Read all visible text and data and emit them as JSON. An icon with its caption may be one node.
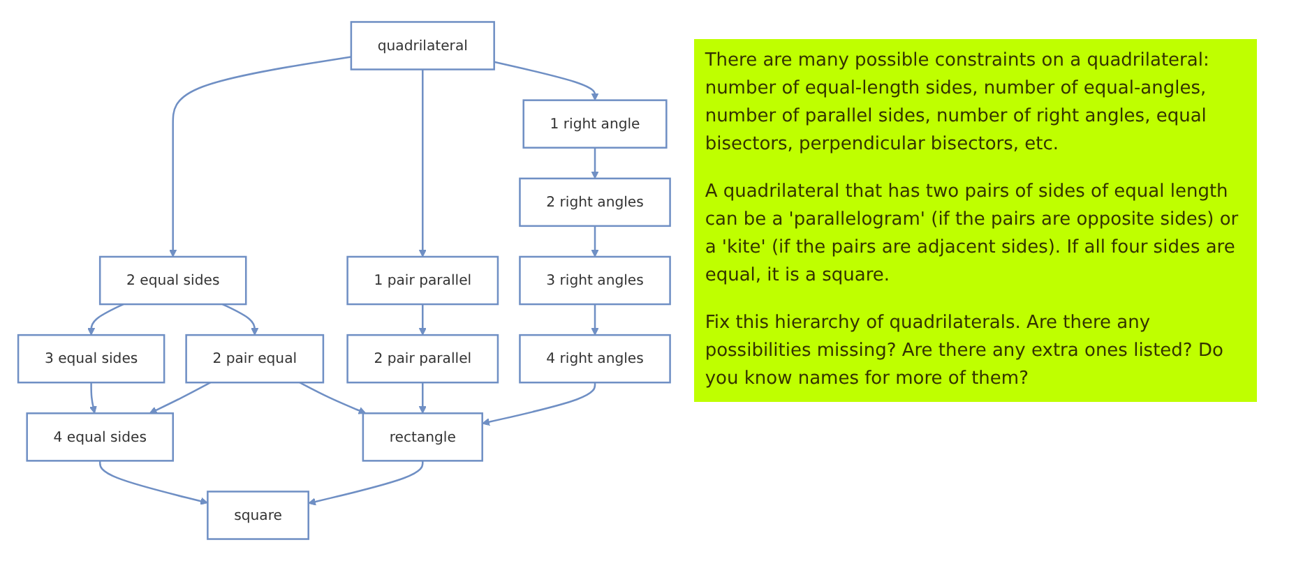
{
  "diagram": {
    "nodes": [
      {
        "text": [
          "quadrilateral"
        ]
      },
      {
        "text": [
          "2 equal sides"
        ]
      },
      {
        "text": [
          "1 pair parallel"
        ]
      },
      {
        "text": [
          "1 right angle"
        ]
      },
      {
        "text": [
          "3 equal sides"
        ]
      },
      {
        "text": [
          "2 pair equal"
        ]
      },
      {
        "text": [
          "2 pair parallel"
        ]
      },
      {
        "text": [
          "2 right angles"
        ]
      },
      {
        "text": [
          "3 right angles"
        ]
      },
      {
        "text": [
          "4 equal sides"
        ]
      },
      {
        "text": [
          "4 right angles"
        ]
      },
      {
        "text": [
          "rectangle"
        ]
      },
      {
        "text": [
          "square"
        ]
      }
    ],
    "labels": [
      "There are many possible constraints on a quadrilateral: number of equal-length sides, number of equal-angles, number of parallel sides, number of right angles, equal bisectors, perpendicular bisectors, etc.",
      "A quadrilateral that has two pairs of sides of equal length can be a 'parallelogram' (if the pairs are opposite sides) or a 'kite' (if the pairs are adjacent sides). If all four sides are equal, it is a square.",
      "Fix this hierarchy of quadrilaterals. Are there any possibilities missing? Are there any extra ones listed? Do you know names for more of them?"
    ],
    "edges": [
      {
        "from": 0,
        "to": 1,
        "arrow": "to"
      },
      {
        "from": 0,
        "to": 2,
        "arrow": "to"
      },
      {
        "from": 0,
        "to": 3,
        "arrow": "to"
      },
      {
        "from": 1,
        "to": 4,
        "arrow": "to"
      },
      {
        "from": 1,
        "to": 5,
        "arrow": "to"
      },
      {
        "from": 2,
        "to": 6,
        "arrow": "to"
      },
      {
        "from": 3,
        "to": 7,
        "arrow": "to"
      },
      {
        "from": 4,
        "to": 9,
        "arrow": "to"
      },
      {
        "from": 5,
        "to": 9,
        "arrow": "to"
      },
      {
        "from": 5,
        "to": 11,
        "arrow": "to"
      },
      {
        "from": 6,
        "to": 11,
        "arrow": "to"
      },
      {
        "from": 7,
        "to": 8,
        "arrow": "to"
      },
      {
        "from": 8,
        "to": 10,
        "arrow": "to"
      },
      {
        "from": 10,
        "to": 11,
        "arrow": "to"
      },
      {
        "from": 9,
        "to": 12,
        "arrow": "to"
      },
      {
        "from": 11,
        "to": 12,
        "arrow": "to"
      }
    ]
  }
}
